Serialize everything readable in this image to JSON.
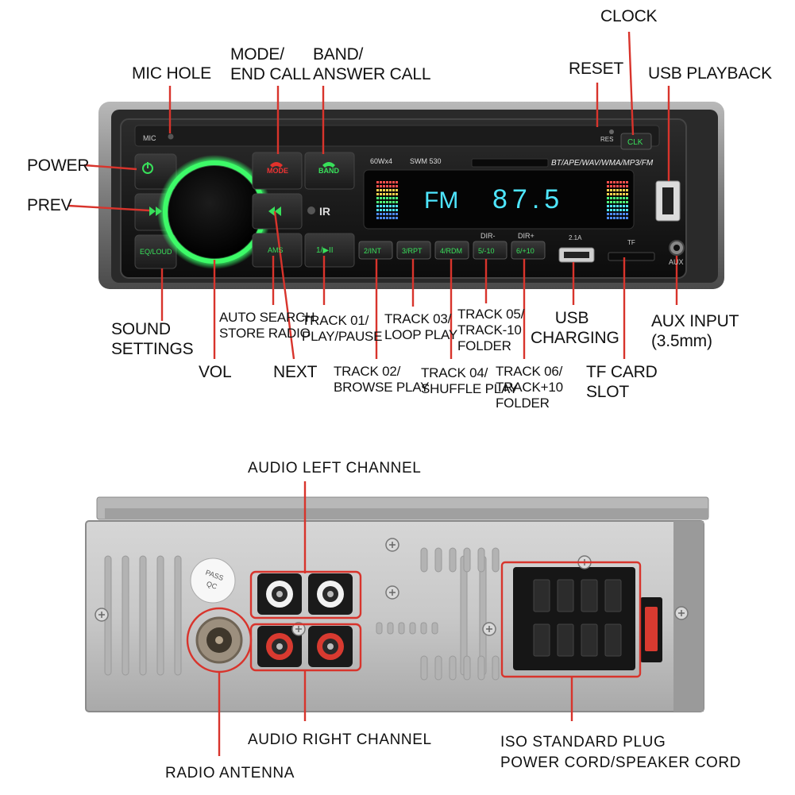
{
  "front_labels": {
    "clock": "CLOCK",
    "mic_hole": "MIC HOLE",
    "mode_end_call": "MODE/\nEND CALL",
    "band_answer_call": "BAND/\nANSWER CALL",
    "reset": "RESET",
    "usb_playback": "USB PLAYBACK",
    "power": "POWER",
    "prev": "PREV",
    "sound_settings": "SOUND\nSETTINGS",
    "auto_search": "AUTO SEARCH\nSTORE RADIO",
    "track01": "TRACK 01/\nPLAY/PAUSE",
    "track03": "TRACK 03/\nLOOP PLAY",
    "track05": "TRACK 05/\nTRACK-10\nFOLDER",
    "usb_charging": "USB\nCHARGING",
    "aux_input": "AUX INPUT\n(3.5mm)",
    "vol": "VOL",
    "next": "NEXT",
    "track02": "TRACK 02/\nBROWSE PLAY",
    "track04": "TRACK 04/\nSHUFFLE PLAY",
    "track06": "TRACK 06/\nTRACK+10\nFOLDER",
    "tf_card": "TF CARD\nSLOT"
  },
  "panel_text": {
    "mic": "MIC",
    "res": "RES",
    "clk": "CLK",
    "mode": "MODE",
    "band": "BAND",
    "power_spec": "60Wx4",
    "model": "SWM  530",
    "formats": "BT/APE/WAV/WMA/MP3/FM",
    "display_band": "FM",
    "display_freq": "87.5",
    "eq_loud": "EQ/LOUD",
    "ams": "AMS",
    "play_key": "1/▶II",
    "btn_2": "2/INT",
    "btn_3": "3/RPT",
    "btn_4": "4/RDM",
    "btn_5": "5/-10",
    "btn_6": "6/+10",
    "dir_minus": "DIR-",
    "dir_plus": "DIR+",
    "usb_amp": "2.1A",
    "tf": "TF",
    "aux": "AUX",
    "ir": "IR",
    "pass": "PASS",
    "qc": "QC"
  },
  "back_labels": {
    "audio_left": "AUDIO LEFT CHANNEL",
    "audio_right": "AUDIO RIGHT CHANNEL",
    "radio_antenna": "RADIO ANTENNA",
    "iso_plug": "ISO STANDARD PLUG\nPOWER CORD/SPEAKER CORD"
  },
  "colors": {
    "leader": "#d8342c",
    "panel_green": "#38e05a",
    "display_cyan": "#4ee6ff",
    "rca_white": "#f2f2f2",
    "rca_red": "#d83a30"
  }
}
